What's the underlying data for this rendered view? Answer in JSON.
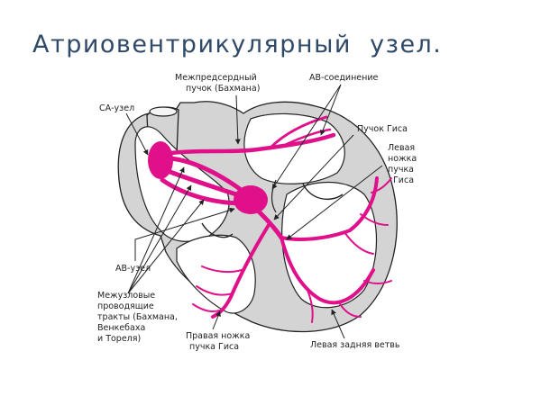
{
  "title": "Атриовентрикулярный  узел.",
  "labels": {
    "sa_node": "СА-узел",
    "interatrial_1": "Межпредсердный",
    "interatrial_2": "пучок (Бахмана)",
    "av_junction": "АВ-соединение",
    "his_bundle": "Пучок Гиса",
    "left_branch_1": "Левая",
    "left_branch_2": "ножка",
    "left_branch_3": "пучка",
    "left_branch_4": "Гиса",
    "av_node": "АВ-узел",
    "internodal_1": "Межузловые",
    "internodal_2": "проводящие",
    "internodal_3": "тракты (Бахмана,",
    "internodal_4": "Венкебаха",
    "internodal_5": "и Тореля)",
    "right_branch_1": "Правая ножка",
    "right_branch_2": "пучка Гиса",
    "left_posterior": "Левая задняя ветвь"
  },
  "colors": {
    "conduction": "#e0108a",
    "heart_wall": "#d4d4d4",
    "outline": "#222222",
    "title": "#2f4a68"
  }
}
